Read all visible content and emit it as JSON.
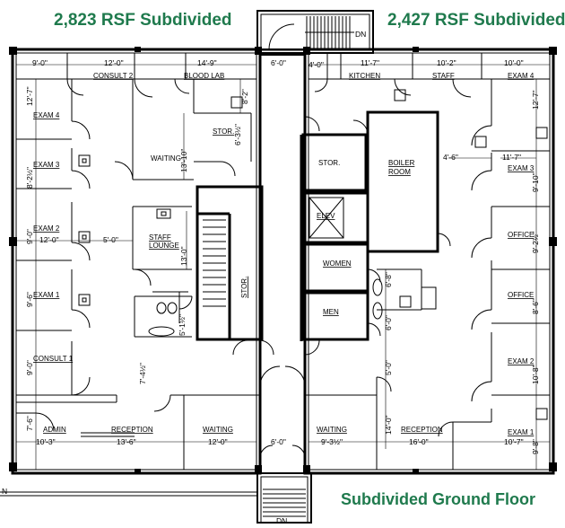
{
  "headings": {
    "left": "2,823 RSF Subdivided",
    "right": "2,427 RSF Subdivided",
    "floor": "Subdivided Ground Floor"
  },
  "colors": {
    "heading": "#1f7a4d",
    "walls": "#000000",
    "background": "#ffffff"
  },
  "stair_labels": {
    "top_dn": "DN",
    "bottom_dn": "DN",
    "north": "N"
  },
  "rooms": {
    "consult2": "CONSULT 2",
    "blood_lab": "BLOOD LAB",
    "kitchen": "KITCHEN",
    "staff": "STAFF",
    "exam4_right": "EXAM 4",
    "exam4_left": "EXAM 4",
    "stor_left": "STOR.",
    "waiting_top": "WAITING",
    "stor_core": "STOR.",
    "boiler": "BOILER",
    "boiler_room": "ROOM",
    "exam3_left": "EXAM 3",
    "exam3_right": "EXAM 3",
    "elev": "ELEV",
    "exam2_left": "EXAM 2",
    "staff_lounge_1": "STAFF",
    "staff_lounge_2": "LOUNGE",
    "office_upper": "OFFICE",
    "stor_stair": "STOR.",
    "women": "WOMEN",
    "exam1_left": "EXAM 1",
    "office_lower": "OFFICE",
    "men": "MEN",
    "consult1": "CONSULT 1",
    "exam2_right": "EXAM 2",
    "admin": "ADMIN",
    "reception_left": "RECEPTION",
    "waiting_bl": "WAITING",
    "waiting_br": "WAITING",
    "reception_right": "RECEPTION",
    "exam1_right": "EXAM 1"
  },
  "dims": {
    "d9_0_top": "9'-0\"",
    "d12_0_top": "12'-0\"",
    "d14_9": "14'-9\"",
    "d6_0_top": "6'-0\"",
    "d4_0": "4'-0\"",
    "d11_7_top": "11'-7\"",
    "d10_2": "10'-2\"",
    "d10_0": "10'-0\"",
    "d12_7_left": "12'-7\"",
    "d12_7_right": "12'-7\"",
    "d8_2": "8'-2\"",
    "d6_3half": "6'-3½\"",
    "d13_10": "13'-10\"",
    "d8_2half": "8'-2½\"",
    "d4_6": "4'-6\"",
    "d11_7_right": "11'-7\"",
    "d9_10": "9'-10\"",
    "d9_0_left": "9'-0\"",
    "d12_0_mid": "12'-0\"",
    "d5_0": "5'-0\"",
    "d13_0": "13'-0\"",
    "d9_2half": "9'-2½\"",
    "d6_8": "6'-8\"",
    "d9_6": "9'-6\"",
    "d8_6": "8'-6\"",
    "d5_1half": "5'-1½\"",
    "d6_0_vert": "6'-0\"",
    "d9_0_left2": "9'-0\"",
    "d7_4half": "7'-4½\"",
    "d5_0_vert": "5'-0\"",
    "d10_8": "10'-8\"",
    "d14_0": "14'-0\"",
    "d7_6": "7'-6\"",
    "d9_8": "9'-8\"",
    "d10_3": "10'-3\"",
    "d13_6": "13'-6\"",
    "d12_0_bot": "12'-0\"",
    "d6_0_bot": "6'-0\"",
    "d9_3half": "9'-3½\"",
    "d16_0": "16'-0\"",
    "d10_7": "10'-7\""
  }
}
